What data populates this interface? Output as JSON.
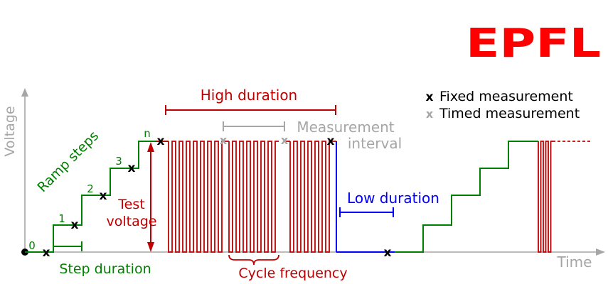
{
  "logo": {
    "text": "EPFL",
    "color": "#ff0000"
  },
  "axes": {
    "x_label": "Time",
    "y_label": "Voltage",
    "color": "#a6a6a6"
  },
  "colors": {
    "green": "#008000",
    "red": "#c00000",
    "blue": "#0000ff",
    "gray": "#a6a6a6",
    "black": "#000000"
  },
  "labels": {
    "high_duration": "High duration",
    "measurement_interval_line1": "Measurement",
    "measurement_interval_line2": "interval",
    "low_duration": "Low duration",
    "test_voltage_line1": "Test",
    "test_voltage_line2": "voltage",
    "ramp_steps": "Ramp steps",
    "step_duration": "Step duration",
    "cycle_frequency": "Cycle frequency"
  },
  "step_labels": [
    "0",
    "1",
    "2",
    "3",
    "n"
  ],
  "legend": {
    "fixed": {
      "marker": "x",
      "label": "Fixed measurement",
      "marker_color": "#000000"
    },
    "timed": {
      "marker": "x",
      "label": "Timed measurement",
      "marker_color": "#a6a6a6"
    }
  }
}
